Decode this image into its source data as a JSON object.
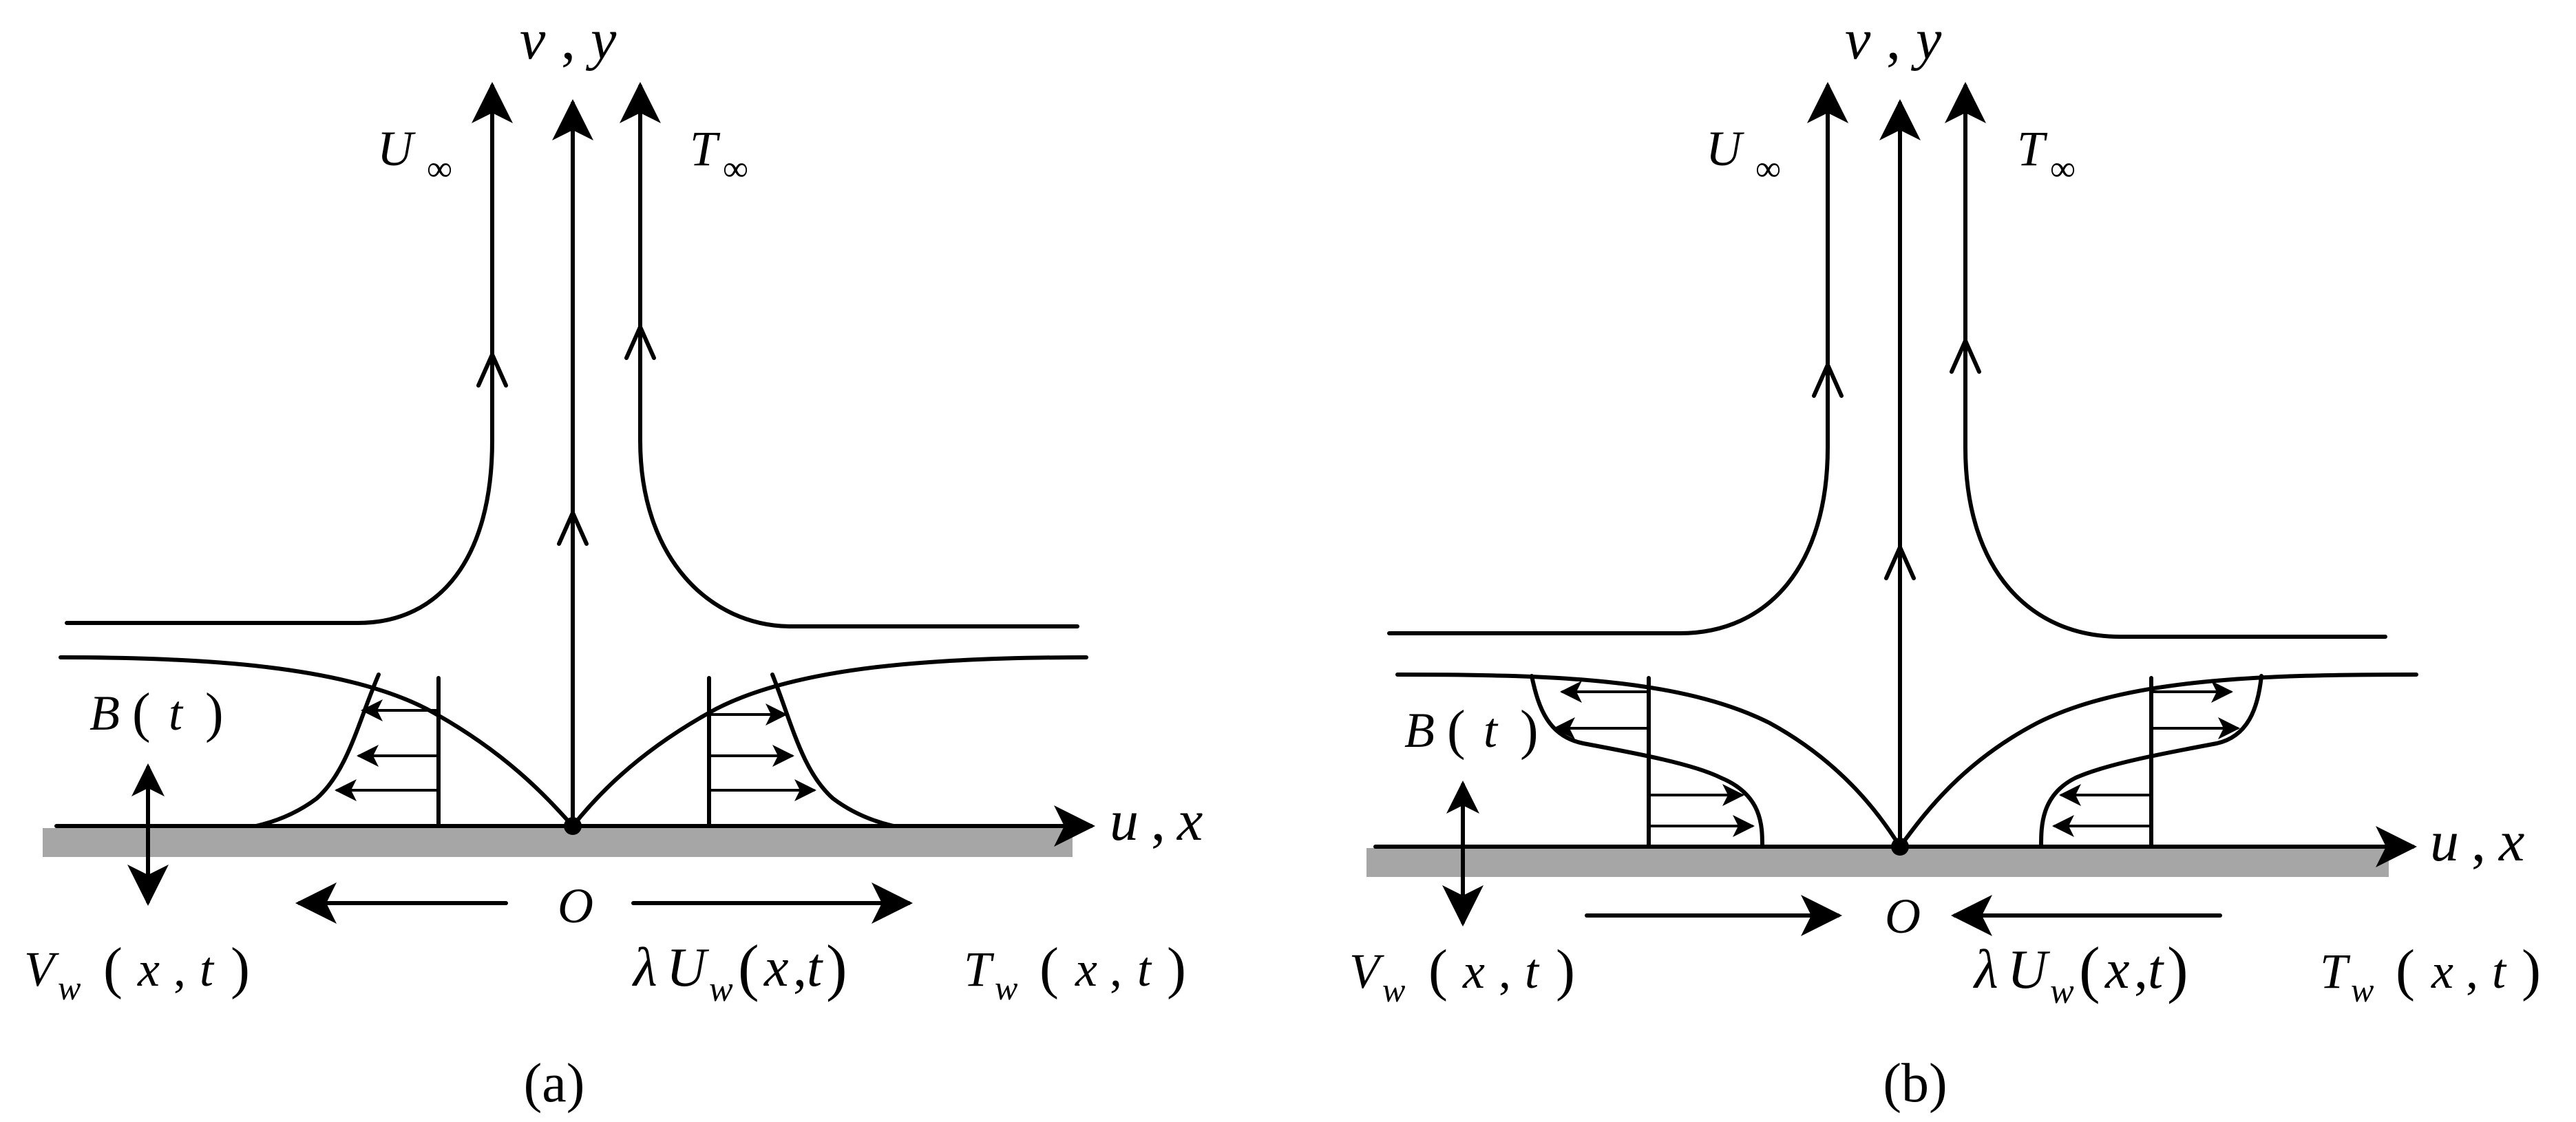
{
  "panels": [
    {
      "id": "a",
      "caption": "(a)",
      "axis_y": {
        "v": "v",
        "comma": ",",
        "y": "y"
      },
      "axis_x": {
        "u": "u",
        "comma": ",",
        "x": "x"
      },
      "origin": "O",
      "u_inf": {
        "U": "U",
        "sub": "∞"
      },
      "t_inf": {
        "T": "T",
        "sub": "∞"
      },
      "b_t": {
        "B": "B",
        "t": "t"
      },
      "v_w": {
        "V": "V",
        "sub": "w",
        "x": "x",
        "comma": ",",
        "t": "t"
      },
      "lambda_u_w": {
        "lam": "λ",
        "U": "U",
        "sub": "w",
        "x": "x",
        "comma": ",",
        "t": "t"
      },
      "t_w": {
        "T": "T",
        "sub": "w",
        "x": "x",
        "comma": ",",
        "t": "t"
      },
      "wall_motion": "stretching"
    },
    {
      "id": "b",
      "caption": "(b)",
      "axis_y": {
        "v": "v",
        "comma": ",",
        "y": "y"
      },
      "axis_x": {
        "u": "u",
        "comma": ",",
        "x": "x"
      },
      "origin": "O",
      "u_inf": {
        "U": "U",
        "sub": "∞"
      },
      "t_inf": {
        "T": "T",
        "sub": "∞"
      },
      "b_t": {
        "B": "B",
        "t": "t"
      },
      "v_w": {
        "V": "V",
        "sub": "w",
        "x": "x",
        "comma": ",",
        "t": "t"
      },
      "lambda_u_w": {
        "lam": "λ",
        "U": "U",
        "sub": "w",
        "x": "x",
        "comma": ",",
        "t": "t"
      },
      "t_w": {
        "T": "T",
        "sub": "w",
        "x": "x",
        "comma": ",",
        "t": "t"
      },
      "wall_motion": "shrinking"
    }
  ],
  "colors": {
    "line": "#000000",
    "plate": "#a6a6a6",
    "background": "#ffffff"
  }
}
